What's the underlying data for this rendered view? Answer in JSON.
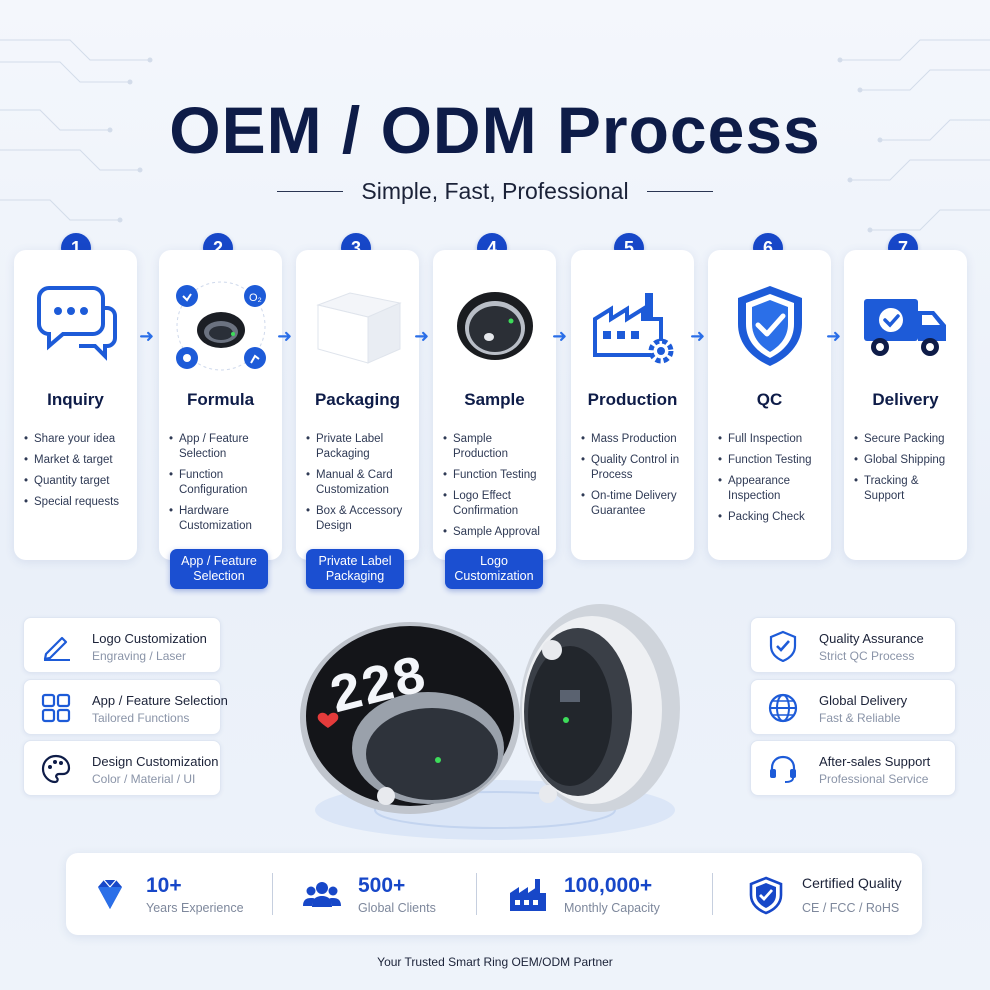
{
  "page": {
    "title": "OEM / ODM Process",
    "subtitle": "Simple, Fast, Professional",
    "footer": "Your Trusted Smart Ring OEM/ODM Partner"
  },
  "colors": {
    "primary": "#1747c8",
    "title": "#0e1c48",
    "muted": "#8a94a8"
  },
  "steps": [
    {
      "number": "1",
      "title": "Inquiry",
      "icon": "chat-bubbles-icon",
      "items": [
        "Share your idea",
        "Market & target",
        "Quantity target",
        "Special requests"
      ]
    },
    {
      "number": "2",
      "title": "Formula",
      "icon": "ring-functions-icon",
      "items": [
        "App / Feature Selection",
        "Function Configuration",
        "Hardware Customization"
      ],
      "pill": "App / Feature Selection"
    },
    {
      "number": "3",
      "title": "Packaging",
      "icon": "white-box-icon",
      "items": [
        "Private Label Packaging",
        "Manual & Card Customization",
        "Box & Accessory Design"
      ],
      "pill": "Private Label Packaging"
    },
    {
      "number": "4",
      "title": "Sample",
      "icon": "black-ring-icon",
      "items": [
        "Sample Production",
        "Function Testing",
        "Logo Effect Confirmation",
        "Sample Approval"
      ],
      "pill": "Logo Customization"
    },
    {
      "number": "5",
      "title": "Production",
      "icon": "factory-icon",
      "items": [
        "Mass Production",
        "Quality Control in Process",
        "On-time Delivery Guarantee"
      ]
    },
    {
      "number": "6",
      "title": "QC",
      "icon": "shield-check-icon",
      "items": [
        "Full Inspection",
        "Function Testing",
        "Appearance Inspection",
        "Packing Check"
      ]
    },
    {
      "number": "7",
      "title": "Delivery",
      "icon": "delivery-truck-icon",
      "items": [
        "Secure Packing",
        "Global Shipping",
        "Tracking & Support"
      ]
    }
  ],
  "features_left": [
    {
      "name": "Logo Customization",
      "desc": "Engraving / Laser",
      "icon": "pencil-icon"
    },
    {
      "name": "App / Feature Selection",
      "desc": "Tailored Functions",
      "icon": "grid-apps-icon"
    },
    {
      "name": "Design Customization",
      "desc": "Color / Material / UI",
      "icon": "palette-icon"
    }
  ],
  "features_right": [
    {
      "name": "Quality Assurance",
      "desc": "Strict QC Process",
      "icon": "shield-check-icon"
    },
    {
      "name": "Global Delivery",
      "desc": "Fast & Reliable",
      "icon": "globe-icon"
    },
    {
      "name": "After-sales Support",
      "desc": "Professional Service",
      "icon": "headset-icon"
    }
  ],
  "ring_display": {
    "digits": "228",
    "icons": [
      "heart-icon"
    ]
  },
  "stats": [
    {
      "value": "10+",
      "label": "Years Experience",
      "icon": "diamond-icon"
    },
    {
      "value": "500+",
      "label": "Global Clients",
      "icon": "users-icon"
    },
    {
      "value": "100,000+",
      "label": "Monthly Capacity",
      "icon": "factory-icon"
    },
    {
      "value": "Certified Quality",
      "label": "CE / FCC / RoHS",
      "icon": "shield-check-icon"
    }
  ]
}
